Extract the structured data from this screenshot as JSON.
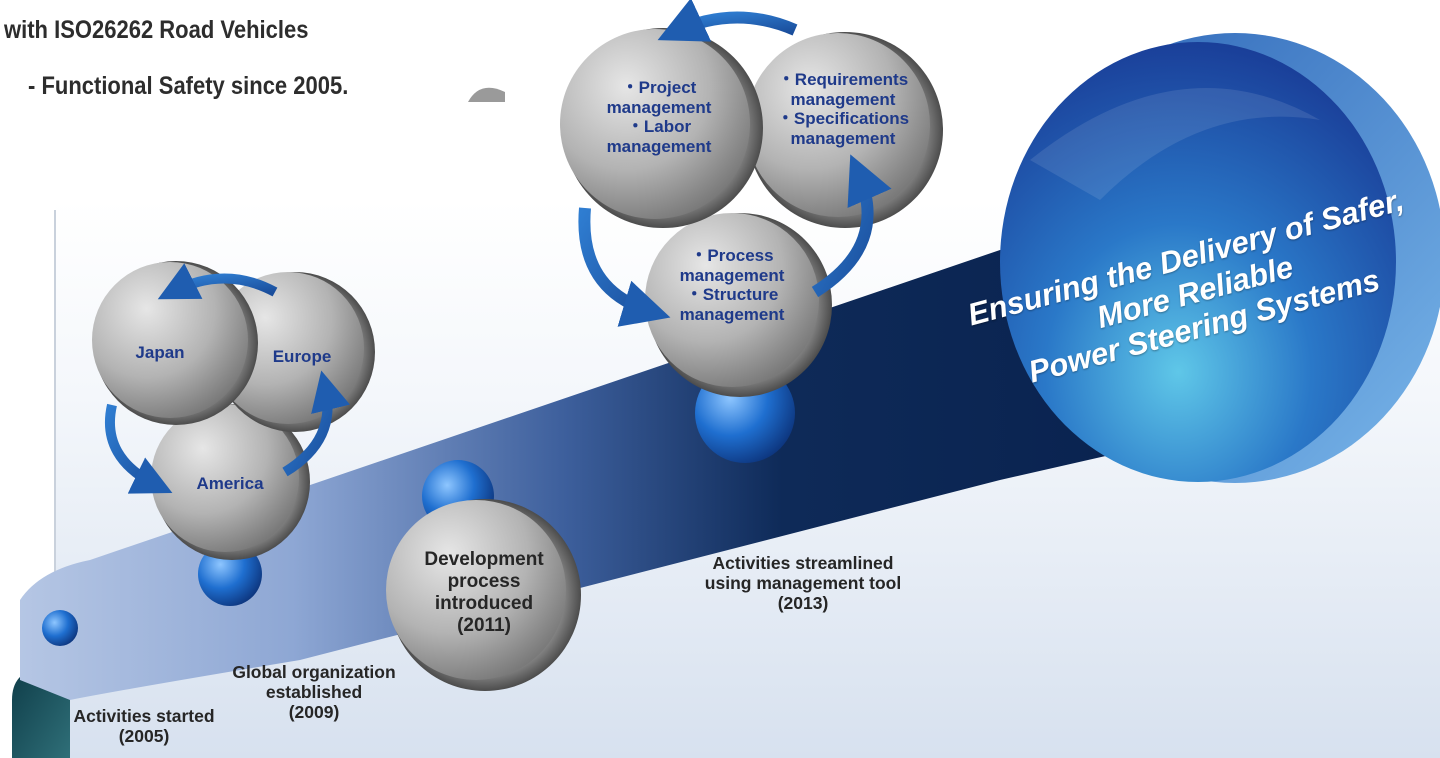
{
  "intro": {
    "line1": "with ISO26262 Road Vehicles",
    "line2": "- Functional Safety since 2005."
  },
  "regions": {
    "japan": "Japan",
    "europe": "Europe",
    "america": "America"
  },
  "tools": {
    "project_mgmt": [
      "・Project",
      "management",
      "・Labor",
      "management"
    ],
    "requirements_mgmt": [
      "・Requirements",
      "management",
      "・Specifications",
      "management"
    ],
    "process_mgmt": [
      "・Process",
      "management",
      "・Structure",
      "management"
    ]
  },
  "milestones": {
    "started": [
      "Activities started",
      "(2005)"
    ],
    "global_org": [
      "Global organization",
      "established",
      "(2009)"
    ],
    "dev_process": [
      "Development",
      "process",
      "introduced",
      "(2011)"
    ],
    "tool_streamlined": [
      "Activities streamlined",
      "using management tool",
      "(2013)"
    ]
  },
  "goal": [
    "Ensuring the Delivery of Safer,",
    "More Reliable",
    "Power Steering Systems"
  ],
  "colors": {
    "ribbon_light": "#9fb6dc",
    "ribbon_dark": "#0d2a57",
    "goal_blue": "#1d56b0",
    "disc_gray": "#b5b5b5",
    "label_blue": "#1f3a8a",
    "arrow_blue": "#2e73c4"
  }
}
